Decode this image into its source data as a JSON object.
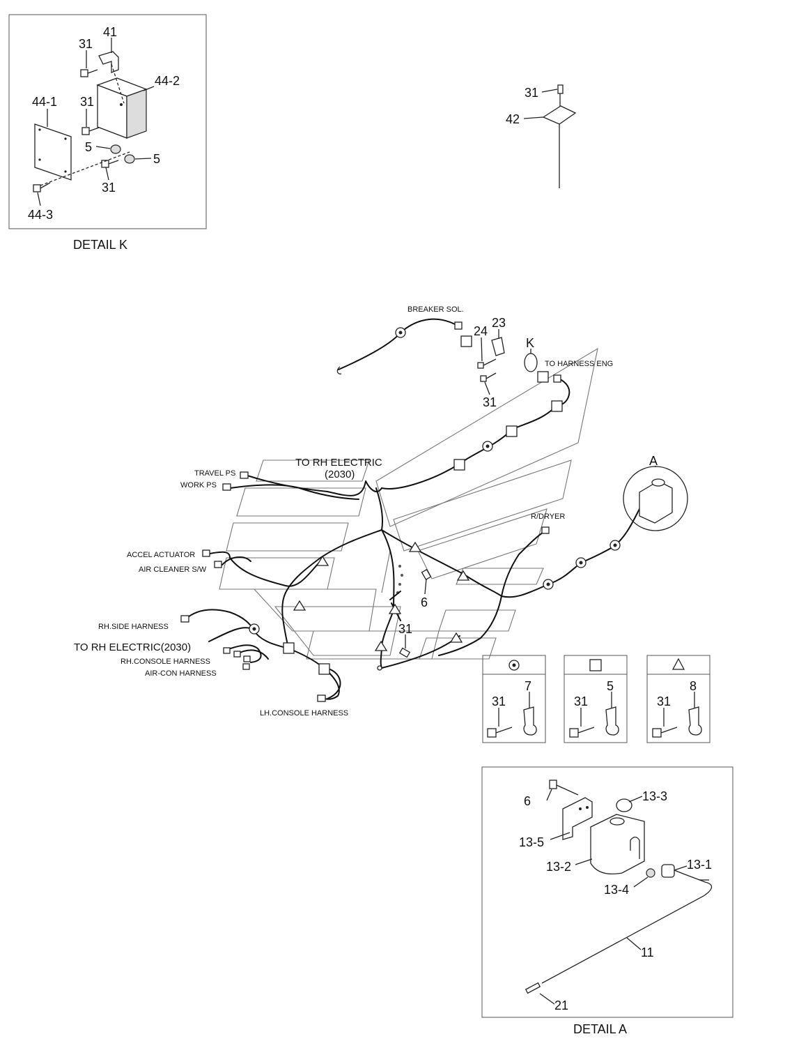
{
  "detail_k": {
    "caption": "DETAIL K",
    "callouts": {
      "c41": "41",
      "c31a": "31",
      "c44_2": "44-2",
      "c44_1": "44-1",
      "c31b": "31",
      "c5a": "5",
      "c5b": "5",
      "c31c": "31",
      "c44_3": "44-3"
    }
  },
  "top_right": {
    "c31": "31",
    "c42": "42"
  },
  "harness": {
    "labels": {
      "breaker_sol": "BREAKER SOL.",
      "to_harness_eng": "TO HARNESS ENG",
      "to_rh_electric": "TO RH ELECTRIC",
      "to_rh_electric_num": "(2030)",
      "travel_ps": "TRAVEL PS",
      "work_ps": "WORK PS",
      "accel_actuator": "ACCEL ACTUATOR",
      "air_cleaner_sw": "AIR CLEANER S/W",
      "rh_side_harness": "RH.SIDE HARNESS",
      "to_rh_electric_2030": "TO RH ELECTRIC(2030)",
      "rh_console_harness": "RH.CONSOLE HARNESS",
      "air_con_harness": "AIR-CON HARNESS",
      "lh_console_harness": "LH.CONSOLE HARNESS",
      "r_dryer": "R/DRYER"
    },
    "callouts": {
      "c24": "24",
      "c23": "23",
      "cK": "K",
      "c31a": "31",
      "c6": "6",
      "c31b": "31",
      "cA": "A"
    }
  },
  "legend": [
    {
      "symbol": "circle-dot",
      "bolt": "31",
      "clamp": "7"
    },
    {
      "symbol": "square",
      "bolt": "31",
      "clamp": "5"
    },
    {
      "symbol": "triangle",
      "bolt": "31",
      "clamp": "8"
    }
  ],
  "detail_a": {
    "caption": "DETAIL  A",
    "callouts": {
      "c6": "6",
      "c13_3": "13-3",
      "c13_5": "13-5",
      "c13_2": "13-2",
      "c13_1": "13-1",
      "c13_4": "13-4",
      "c11": "11",
      "c21": "21"
    }
  }
}
